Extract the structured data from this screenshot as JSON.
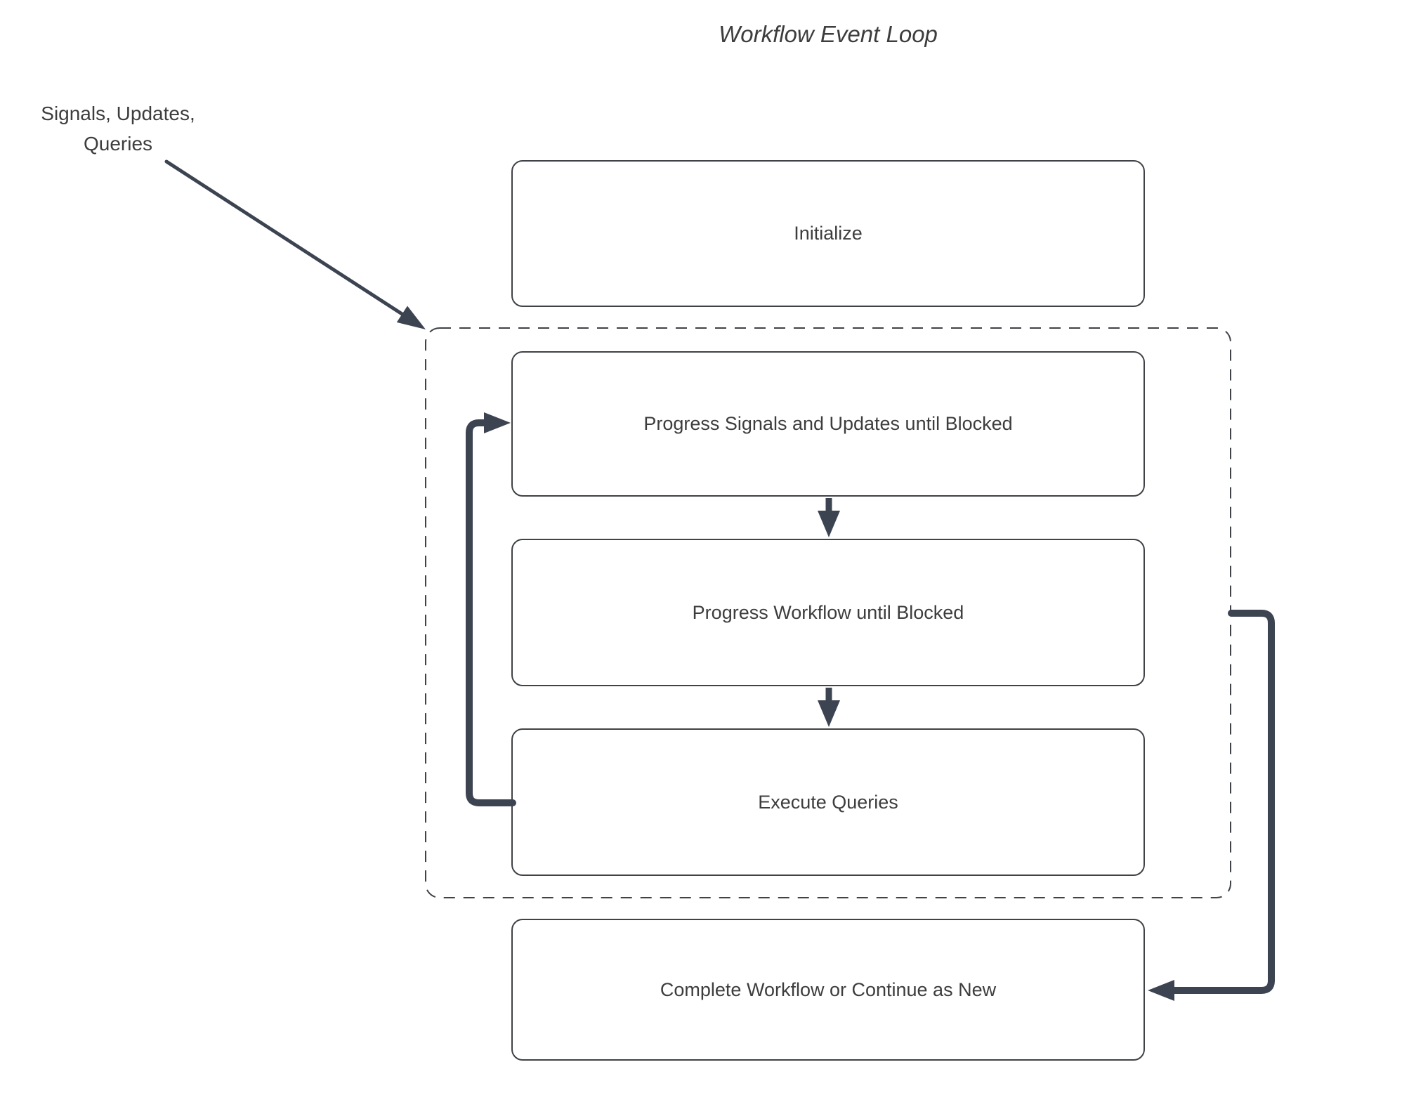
{
  "title": "Workflow Event Loop",
  "annotation": {
    "line1": "Signals, Updates,",
    "line2": "Queries"
  },
  "nodes": {
    "initialize": {
      "label": "Initialize"
    },
    "progress_signals": {
      "label": "Progress Signals and Updates until Blocked"
    },
    "progress_workflow": {
      "label": "Progress Workflow until Blocked"
    },
    "execute_queries": {
      "label": "Execute Queries"
    },
    "complete_workflow": {
      "label": "Complete Workflow or Continue as New"
    }
  },
  "group": {
    "name": "event-loop-group",
    "border_style": "dashed"
  },
  "edges": [
    {
      "from": "signals-updates-queries-annotation",
      "to": "event-loop-group",
      "style": "thin-diagonal-arrow"
    },
    {
      "from": "progress-signals",
      "to": "progress-workflow",
      "style": "down-arrow"
    },
    {
      "from": "progress-workflow",
      "to": "execute-queries",
      "style": "down-arrow"
    },
    {
      "from": "execute-queries",
      "to": "progress-signals",
      "style": "thick-elbow-arrow-left"
    },
    {
      "from": "event-loop-group",
      "to": "complete-workflow",
      "style": "thick-elbow-arrow-right"
    }
  ],
  "colors": {
    "arrow": "#3d4451",
    "border": "#3f4246",
    "text": "#3d3d3d",
    "background": "#ffffff"
  }
}
